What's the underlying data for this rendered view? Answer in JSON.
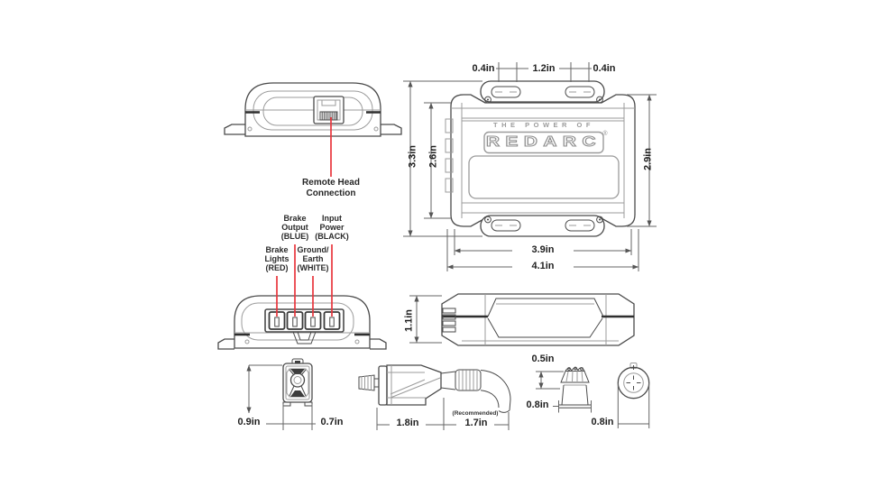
{
  "branding": {
    "tagline": "THE POWER OF",
    "logo": "REDARC",
    "registered_mark": "®"
  },
  "callouts": {
    "remote_head": "Remote Head Connection",
    "brake_output": "Brake Output (BLUE)",
    "input_power": "Input Power (BLACK)",
    "brake_lights": "Brake Lights (RED)",
    "ground_earth": "Ground/ Earth (WHITE)"
  },
  "dimensions": {
    "tab_slot_left": "0.4in",
    "tab_slot_center": "1.2in",
    "tab_slot_right": "0.4in",
    "overall_height": "3.3in",
    "body_inner_height": "2.6in",
    "body_height": "2.9in",
    "body_width": "3.9in",
    "overall_width": "4.1in",
    "unit_thickness": "1.1in",
    "head_height": "0.9in",
    "head_width": "0.7in",
    "head_depth": "1.8in",
    "cable_clearance_note": "(Recommended)",
    "cable_clearance": "1.7in",
    "knob_cap_height": "0.5in",
    "knob_base_width": "0.8in",
    "knob_diameter": "0.8in"
  },
  "colors": {
    "leader_red": "#e8363d",
    "line_dark": "#4a4a4a",
    "line_light": "#9b9b9b"
  }
}
